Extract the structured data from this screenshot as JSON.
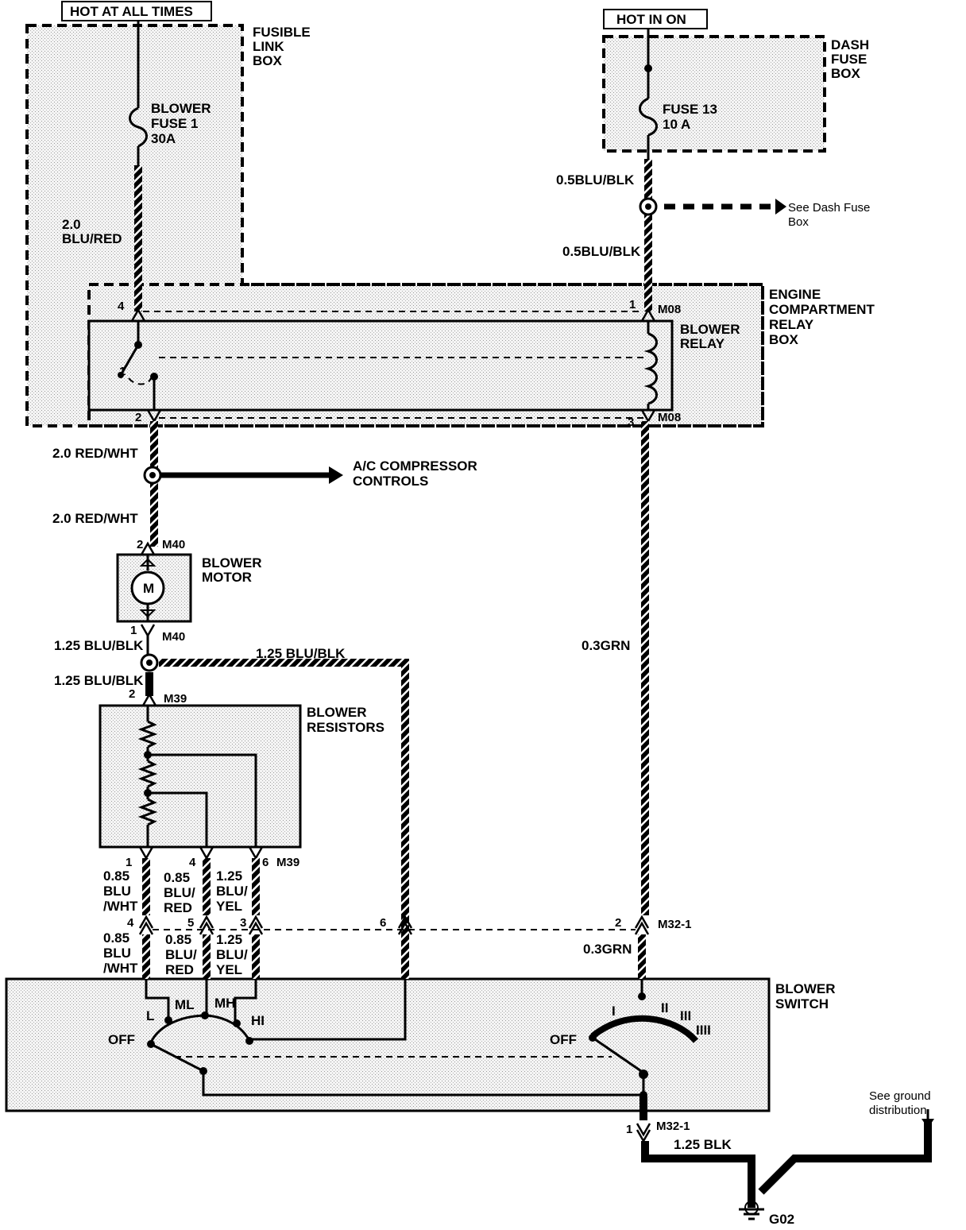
{
  "labels": {
    "hot_at_all_times": "HOT AT ALL TIMES",
    "hot_in_on": "HOT IN ON",
    "fusible_link_box": [
      "FUSIBLE",
      "LINK",
      "BOX"
    ],
    "dash_fuse_box": [
      "DASH",
      "FUSE",
      "BOX"
    ],
    "blower_fuse": [
      "BLOWER",
      "FUSE 1",
      "30A"
    ],
    "fuse13": [
      "FUSE 13",
      "10 A"
    ],
    "wire_2_0_blu_red": [
      "2.0",
      "BLU/RED"
    ],
    "wire_05_blu_blk_a": "0.5BLU/BLK",
    "wire_05_blu_blk_b": "0.5BLU/BLK",
    "see_dash_fuse_box": [
      "See Dash Fuse",
      "Box"
    ],
    "engine_compartment_relay_box": [
      "ENGINE",
      "COMPARTMENT",
      "RELAY",
      "BOX"
    ],
    "blower_relay": [
      "BLOWER",
      "RELAY"
    ],
    "m08": "M08",
    "wire_2_0_red_wht_a": "2.0 RED/WHT",
    "wire_2_0_red_wht_b": "2.0 RED/WHT",
    "ac_compressor": [
      "A/C COMPRESSOR",
      "CONTROLS"
    ],
    "m40": "M40",
    "blower_motor": [
      "BLOWER",
      "MOTOR"
    ],
    "motor_symbol": "M",
    "wire_125_blu_blk_a": "1.25 BLU/BLK",
    "wire_125_blu_blk_b": "1.25 BLU/BLK",
    "wire_125_blu_blk_c": "1.25 BLU/BLK",
    "m39": "M39",
    "blower_resistors": [
      "BLOWER",
      "RESISTORS"
    ],
    "wire_03_grn_a": "0.3GRN",
    "wire_03_grn_b": "0.3GRN",
    "wire_085_blu_wht": [
      "0.85",
      "BLU",
      "/WHT"
    ],
    "wire_085_blu_red": [
      "0.85",
      "BLU/",
      "RED"
    ],
    "wire_125_blu_yel": [
      "1.25",
      "BLU/",
      "YEL"
    ],
    "m32_1": "M32-1",
    "blower_switch": [
      "BLOWER",
      "SWITCH"
    ],
    "sw_left": {
      "l": "L",
      "ml": "ML",
      "mh": "MH",
      "hi": "HI",
      "off": "OFF"
    },
    "sw_right": {
      "off": "OFF",
      "i": "I",
      "ii": "II",
      "iii": "III",
      "iiii": "IIII"
    },
    "wire_125_blk": "1.25 BLK",
    "see_ground": [
      "See ground",
      "distribution"
    ],
    "g02": "G02"
  },
  "pins": {
    "p1": "1",
    "p2": "2",
    "p3": "3",
    "p4": "4",
    "p5": "5",
    "p6": "6"
  }
}
